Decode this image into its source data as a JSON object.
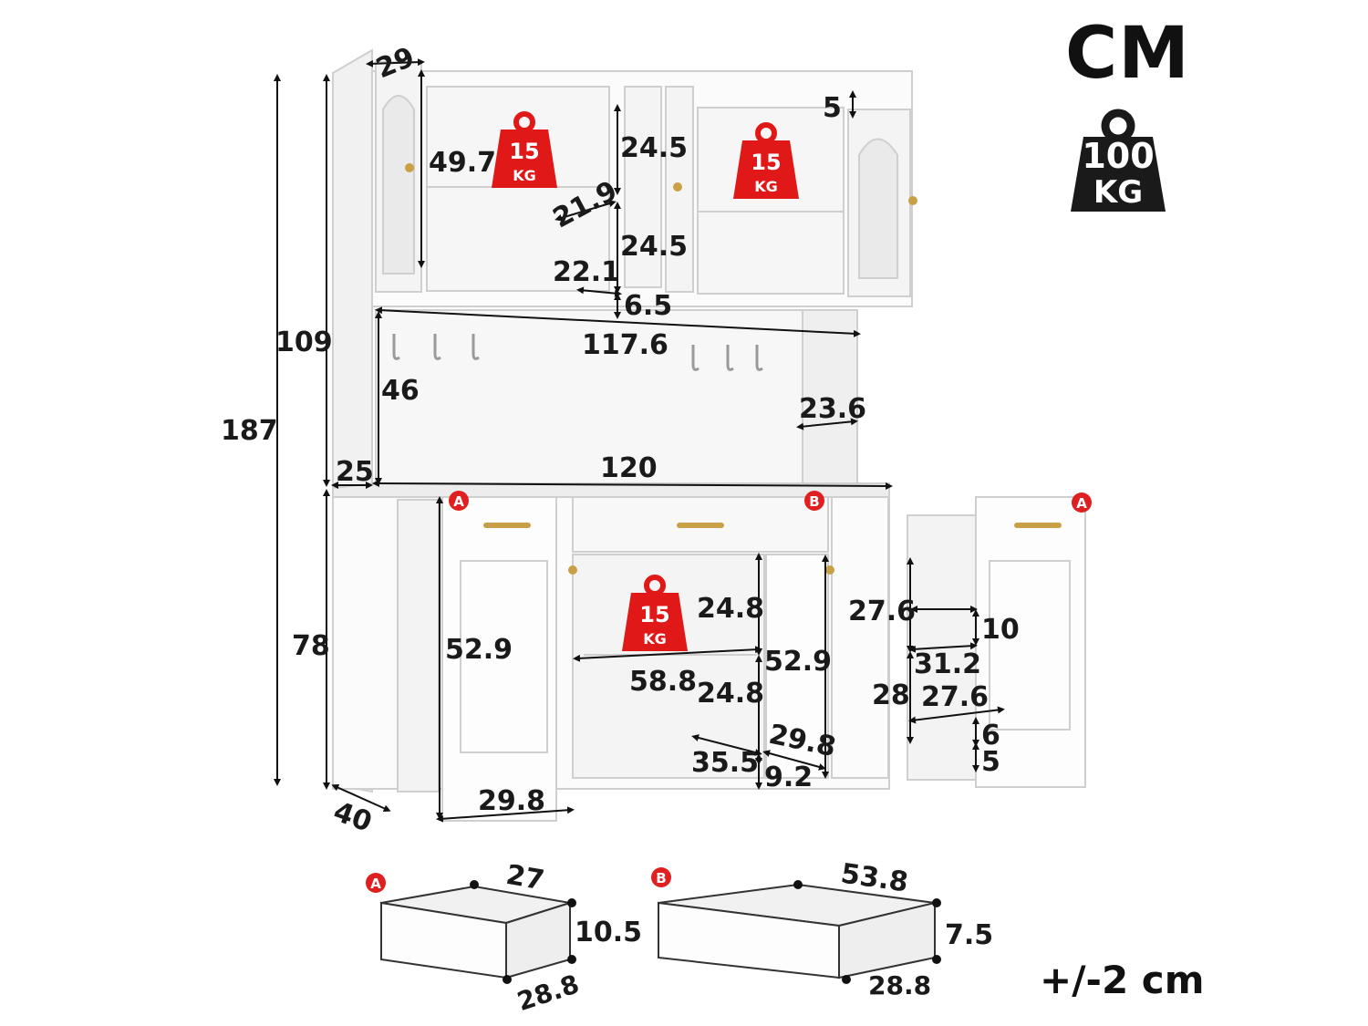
{
  "header": {
    "unit": "CM",
    "max_load": {
      "value": "100",
      "unit": "KG"
    }
  },
  "tolerance": "+/-2 cm",
  "shelf_load": {
    "value": "15",
    "unit": "KG"
  },
  "markers": {
    "a": "A",
    "b": "B"
  },
  "dimensions": {
    "total_height": "187",
    "upper_height": "109",
    "lower_height": "78",
    "upper_door_width": "29",
    "upper_inner_height": "49.7",
    "upper_shelf_space_top": "24.5",
    "upper_shelf_space_bottom": "24.5",
    "upper_shelf_depth_a": "21.9",
    "upper_shelf_depth_b": "22.1",
    "top_gap": "5",
    "upper_base_gap": "6.5",
    "hutch_width": "117.6",
    "hutch_opening_height": "46",
    "side_panel_depth": "23.6",
    "counter_width": "120",
    "counter_overhang": "25",
    "cabinet_depth": "40",
    "side_cabinet_height": "52.9",
    "side_cabinet_width": "29.8",
    "center_space_top": "24.8",
    "center_space_bottom": "24.8",
    "center_cabinet_height": "52.9",
    "center_shelf_width": "58.8",
    "center_shelf_depth": "35.5",
    "center_side_width": "29.8",
    "base_height": "9.2",
    "pullout_top_height": "27.6",
    "pullout_rail": "10",
    "pullout_width": "31.2",
    "pullout_lower_height": "28",
    "pullout_depth": "27.6",
    "pullout_bottom_gap_a": "6",
    "pullout_bottom_gap_b": "5",
    "drawer_a_width": "27",
    "drawer_a_height": "10.5",
    "drawer_a_depth": "28.8",
    "drawer_b_width": "53.8",
    "drawer_b_height": "7.5",
    "drawer_b_depth": "28.8"
  }
}
